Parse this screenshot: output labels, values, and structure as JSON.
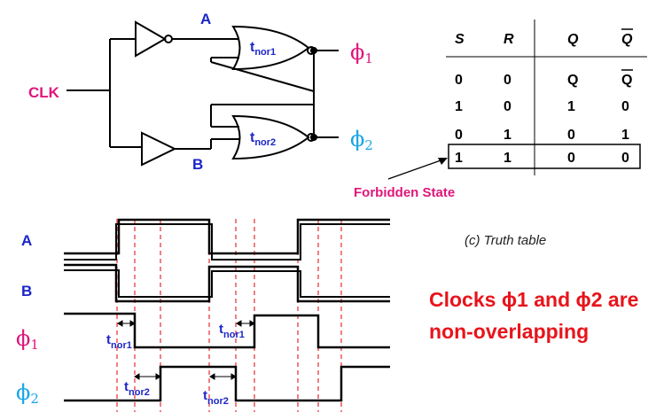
{
  "circuit": {
    "clk_label": "CLK",
    "node_a": "A",
    "node_b": "B",
    "gate1_label": "t",
    "gate1_sub": "nor1",
    "gate2_label": "t",
    "gate2_sub": "nor2",
    "out1_symbol": "ϕ",
    "out1_sub": "1",
    "out2_symbol": "ϕ",
    "out2_sub": "2"
  },
  "truth_table": {
    "headers": [
      "S",
      "R",
      "Q",
      "Q"
    ],
    "rows": [
      [
        "0",
        "0",
        "Q",
        "Q"
      ],
      [
        "1",
        "0",
        "1",
        "0"
      ],
      [
        "0",
        "1",
        "0",
        "1"
      ],
      [
        "1",
        "1",
        "0",
        "0"
      ]
    ],
    "forbidden_label": "Forbidden State",
    "caption": "(c) Truth table"
  },
  "waveforms": {
    "labels": [
      "A",
      "B",
      "ϕ",
      "ϕ"
    ],
    "label_subs": [
      "",
      "",
      "1",
      "2"
    ],
    "delays": [
      {
        "t": "t",
        "sub": "nor1"
      },
      {
        "t": "t",
        "sub": "nor1"
      },
      {
        "t": "t",
        "sub": "nor2"
      },
      {
        "t": "t",
        "sub": "nor2"
      }
    ]
  },
  "statement": {
    "line1": "Clocks ϕ1 and ϕ2 are",
    "line2": "non-overlapping"
  },
  "colors": {
    "magenta": "#e0157a",
    "blue": "#1b25c8",
    "cyan": "#17a6e6",
    "red": "#e8141b",
    "dash": "#e8141b",
    "wire": "#000000"
  }
}
